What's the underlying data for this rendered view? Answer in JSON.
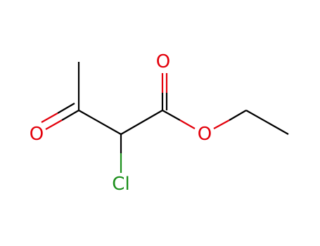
{
  "molecule": {
    "atoms": {
      "carbonyl_o_ketone": {
        "label": "O",
        "color": "#e3000b"
      },
      "carbonyl_o_ester": {
        "label": "O",
        "color": "#e3000b"
      },
      "ester_o": {
        "label": "O",
        "color": "#e3000b"
      },
      "chlorine": {
        "label": "Cl",
        "color": "#1b8f1b"
      }
    },
    "colors": {
      "bond_carbon": "#000000",
      "oxygen": "#e3000b",
      "chlorine": "#1b8f1b"
    }
  }
}
